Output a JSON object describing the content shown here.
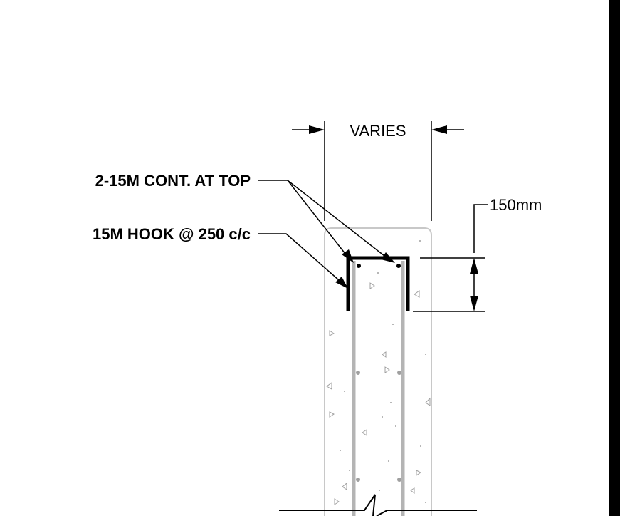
{
  "labels": {
    "top_bars": "2-15M CONT. AT TOP",
    "hook": "15M HOOK @ 250 c/c",
    "width_dim": "VARIES",
    "depth_dim": "150mm"
  },
  "colors": {
    "ink": "#000000",
    "wall_outline": "#c8c8c8",
    "vertical_bar": "#b4b4b4",
    "aggregate": "#a0a0a0",
    "right_border": "#000000"
  }
}
